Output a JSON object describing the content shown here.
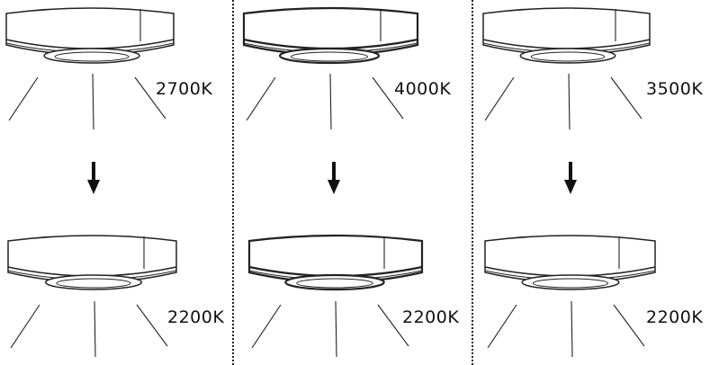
{
  "colors": {
    "stroke": "#222222",
    "background": "#ffffff"
  },
  "panels": [
    {
      "before_label": "2700K",
      "after_label": "2200K"
    },
    {
      "before_label": "4000K",
      "after_label": "2200K"
    },
    {
      "before_label": "3500K",
      "after_label": "2200K"
    }
  ],
  "icons": {
    "arrow": "down-arrow-icon",
    "fixture": "puck-light-icon"
  }
}
